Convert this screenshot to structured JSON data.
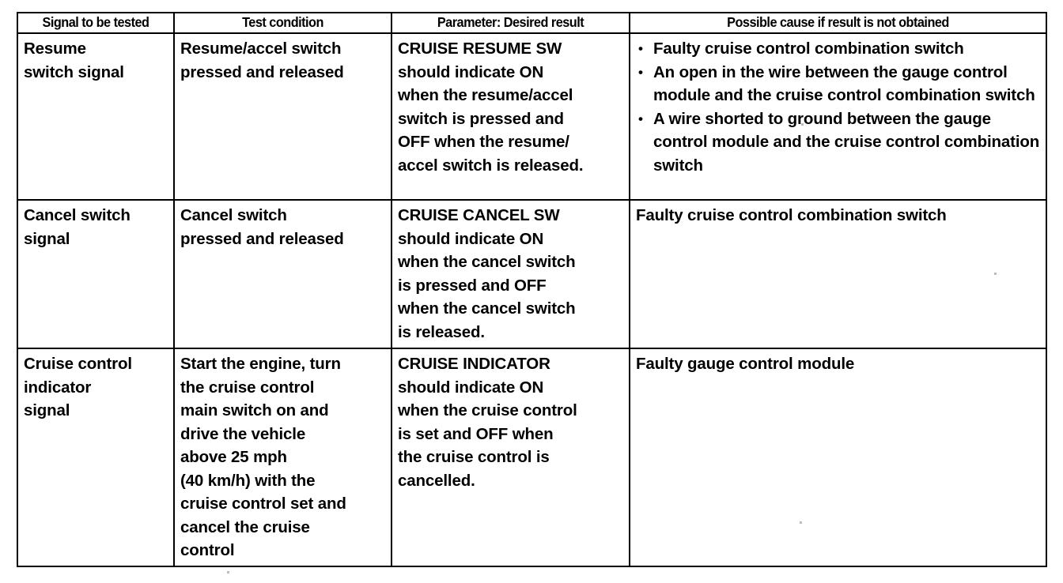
{
  "table": {
    "name": "cruise-control-signal-test-table",
    "columns": [
      "Signal to be tested",
      "Test condition",
      "Parameter: Desired result",
      "Possible cause if result is not obtained"
    ],
    "rows": [
      {
        "signal": "Resume\nswitch signal",
        "condition": "Resume/accel switch\npressed and released",
        "parameter": "CRUISE RESUME SW\nshould indicate ON\nwhen the resume/accel\nswitch is pressed and\nOFF when the resume/\naccel switch is released.",
        "cause_type": "list",
        "cause_items": [
          "Faulty cruise control combination switch",
          "An open in the wire between the gauge control module and the cruise control combination switch",
          "A wire shorted to ground between the gauge control module and the cruise control combination switch"
        ],
        "bullet_glyph": "•"
      },
      {
        "signal": "Cancel switch\nsignal",
        "condition": "Cancel switch\npressed and released",
        "parameter": "CRUISE CANCEL SW\nshould indicate ON\nwhen the cancel switch\nis pressed and OFF\nwhen the cancel switch\nis released.",
        "cause_type": "text",
        "cause_text": "Faulty cruise control combination switch"
      },
      {
        "signal": "Cruise control\nindicator\nsignal",
        "condition": "Start the engine, turn\nthe cruise control\nmain switch on and\ndrive the vehicle\nabove 25 mph\n(40 km/h) with the\ncruise control set and\ncancel the cruise\ncontrol",
        "parameter": "CRUISE INDICATOR\nshould indicate ON\nwhen the cruise control\nis set and OFF when\nthe cruise control is\ncancelled.",
        "cause_type": "text",
        "cause_text": "Faulty gauge control module"
      }
    ]
  },
  "colors": {
    "ink": "#000000",
    "paper": "#ffffff"
  }
}
